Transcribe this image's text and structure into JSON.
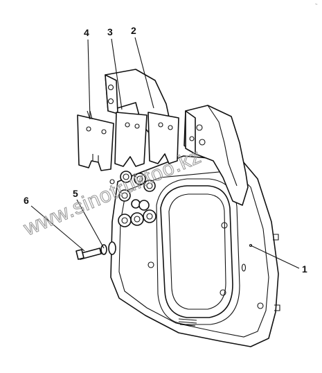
{
  "diagram": {
    "callouts": [
      {
        "id": "1",
        "label": "1"
      },
      {
        "id": "2",
        "label": "2"
      },
      {
        "id": "3",
        "label": "3"
      },
      {
        "id": "4",
        "label": "4"
      },
      {
        "id": "5",
        "label": "5"
      },
      {
        "id": "6",
        "label": "6"
      }
    ],
    "watermark": "www.sinotruktoo.kz",
    "corner_mark": "~"
  }
}
